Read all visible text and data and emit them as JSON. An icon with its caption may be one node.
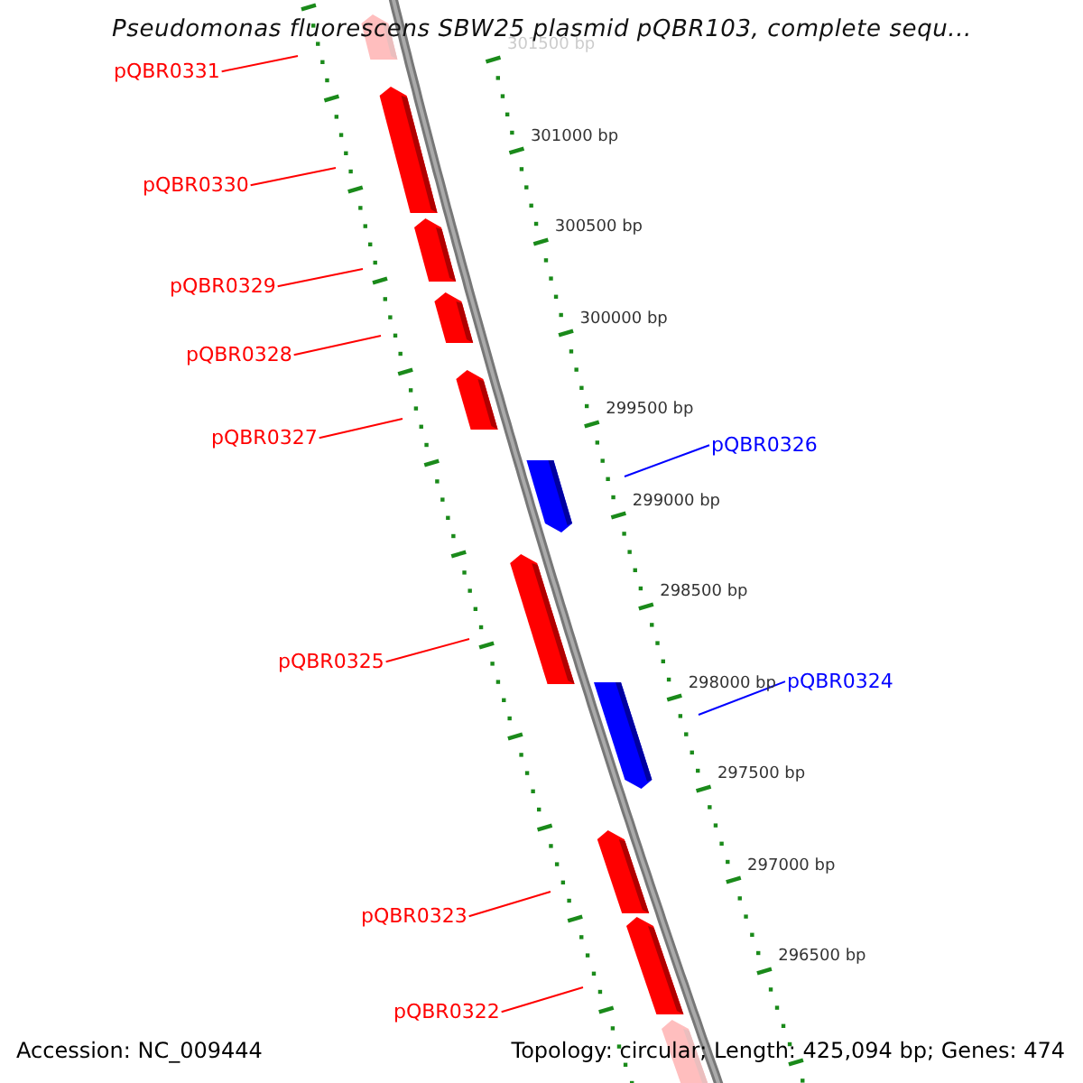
{
  "diagram": {
    "title": "Pseudomonas fluorescens SBW25 plasmid pQBR103, complete sequ...",
    "nodes": [
      {
        "text": [
          "pQBR0331"
        ]
      },
      {
        "text": [
          "pQBR0330"
        ]
      },
      {
        "text": [
          "pQBR0329"
        ]
      },
      {
        "text": [
          "pQBR0328"
        ]
      },
      {
        "text": [
          "pQBR0327"
        ]
      },
      {
        "text": [
          "pQBR0326"
        ]
      },
      {
        "text": [
          "pQBR0325"
        ]
      },
      {
        "text": [
          "pQBR0324"
        ]
      },
      {
        "text": [
          "pQBR0323"
        ]
      },
      {
        "text": [
          "pQBR0322"
        ]
      }
    ],
    "edges": [
      {
        "from": 0,
        "to": null,
        "arrow": "none"
      },
      {
        "from": 1,
        "to": null,
        "arrow": "none"
      },
      {
        "from": 2,
        "to": null,
        "arrow": "none"
      },
      {
        "from": 3,
        "to": null,
        "arrow": "none"
      },
      {
        "from": 4,
        "to": null,
        "arrow": "none"
      },
      {
        "from": 5,
        "to": null,
        "arrow": "none",
        "color": "#0000ff"
      },
      {
        "from": 6,
        "to": null,
        "arrow": "none"
      },
      {
        "from": 7,
        "to": null,
        "arrow": "none",
        "color": "#0000ff"
      },
      {
        "from": 8,
        "to": null,
        "arrow": "none"
      },
      {
        "from": 9,
        "to": null,
        "arrow": "none"
      }
    ],
    "labels": [
      "301500 bp",
      "301000 bp",
      "300500 bp",
      "300000 bp",
      "299500 bp",
      "299000 bp",
      "298500 bp",
      "298000 bp",
      "297500 bp",
      "297000 bp",
      "296500 bp",
      "Accession: NC_009444",
      "Topology: circular; Length: 425,094 bp; Genes: 474"
    ]
  }
}
